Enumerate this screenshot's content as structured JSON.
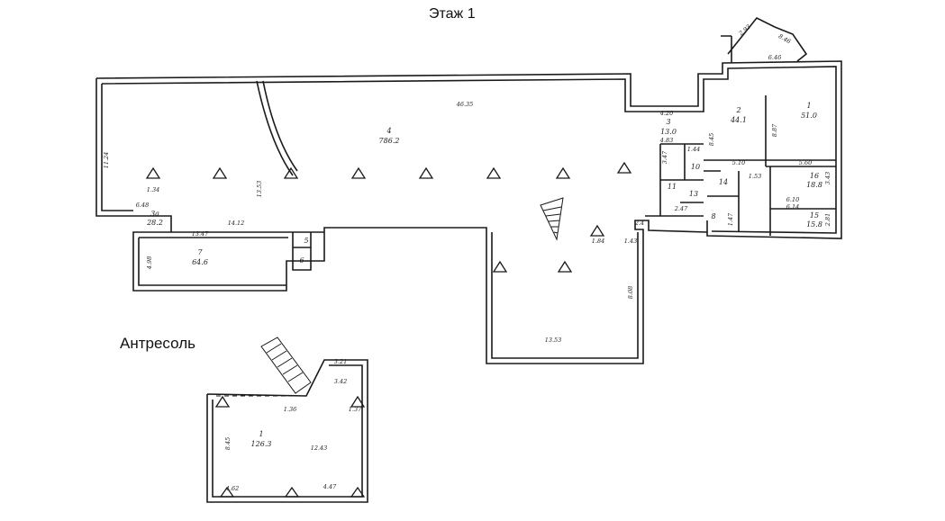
{
  "floor_title": "Этаж 1",
  "mezzanine_title": "Антресоль",
  "rooms": [
    {
      "id": "r1",
      "num": "1",
      "area": "51.0"
    },
    {
      "id": "r2",
      "num": "2",
      "area": "44.1"
    },
    {
      "id": "r3",
      "num": "3",
      "area": "13.0"
    },
    {
      "id": "r4",
      "num": "4",
      "area": "786.2"
    },
    {
      "id": "r7",
      "num": "7",
      "area": "64.6"
    },
    {
      "id": "r15",
      "num": "15",
      "area": "15.8"
    },
    {
      "id": "r16",
      "num": "16",
      "area": "18.8"
    },
    {
      "id": "r34",
      "num": "3а",
      "area": "28.2"
    },
    {
      "id": "rm1",
      "num": "1",
      "area": "126.3"
    }
  ],
  "small_rooms": {
    "r5": "5",
    "r6": "6",
    "r14": "14",
    "r8": "8",
    "r10": "10",
    "r11": "11",
    "r13": "13"
  },
  "dims": {
    "top": "46.35",
    "left_side": "11.24",
    "mid_v": "13.53",
    "corridor": "14.12",
    "r7_side": "4.98",
    "r7_top": "13.47",
    "small_a": "1.34",
    "small_b": "6.48",
    "hall_bottom": "13.53",
    "hall_side": "8.08",
    "hall_b": "1.84",
    "hall_c": "1.43",
    "r3_top": "4.20",
    "r3_side": "4.83",
    "r2_side": "8.45",
    "r1_side": "8.87",
    "r16_w": "5.10",
    "r16_w2": "5.60",
    "r16_h": "3.43",
    "r15_w": "6.10",
    "r15_w2": "6.14",
    "r15_h": "2.81",
    "r14_a": "1.53",
    "r14_b": "1.47",
    "wc_a": "2.47",
    "wc_b": "1.44",
    "wc_c": "3.47",
    "small_c": "2.4",
    "bay_a": "2.93",
    "bay_b": "8.46",
    "bay_c": "6.46",
    "mz_top": "3.21",
    "mz_top2": "3.42",
    "mz_a": "1.36",
    "mz_b": "1.37",
    "mz_side": "8.45",
    "mz_w": "12.43",
    "mz_b1": "4.62",
    "mz_b2": "4.47"
  }
}
